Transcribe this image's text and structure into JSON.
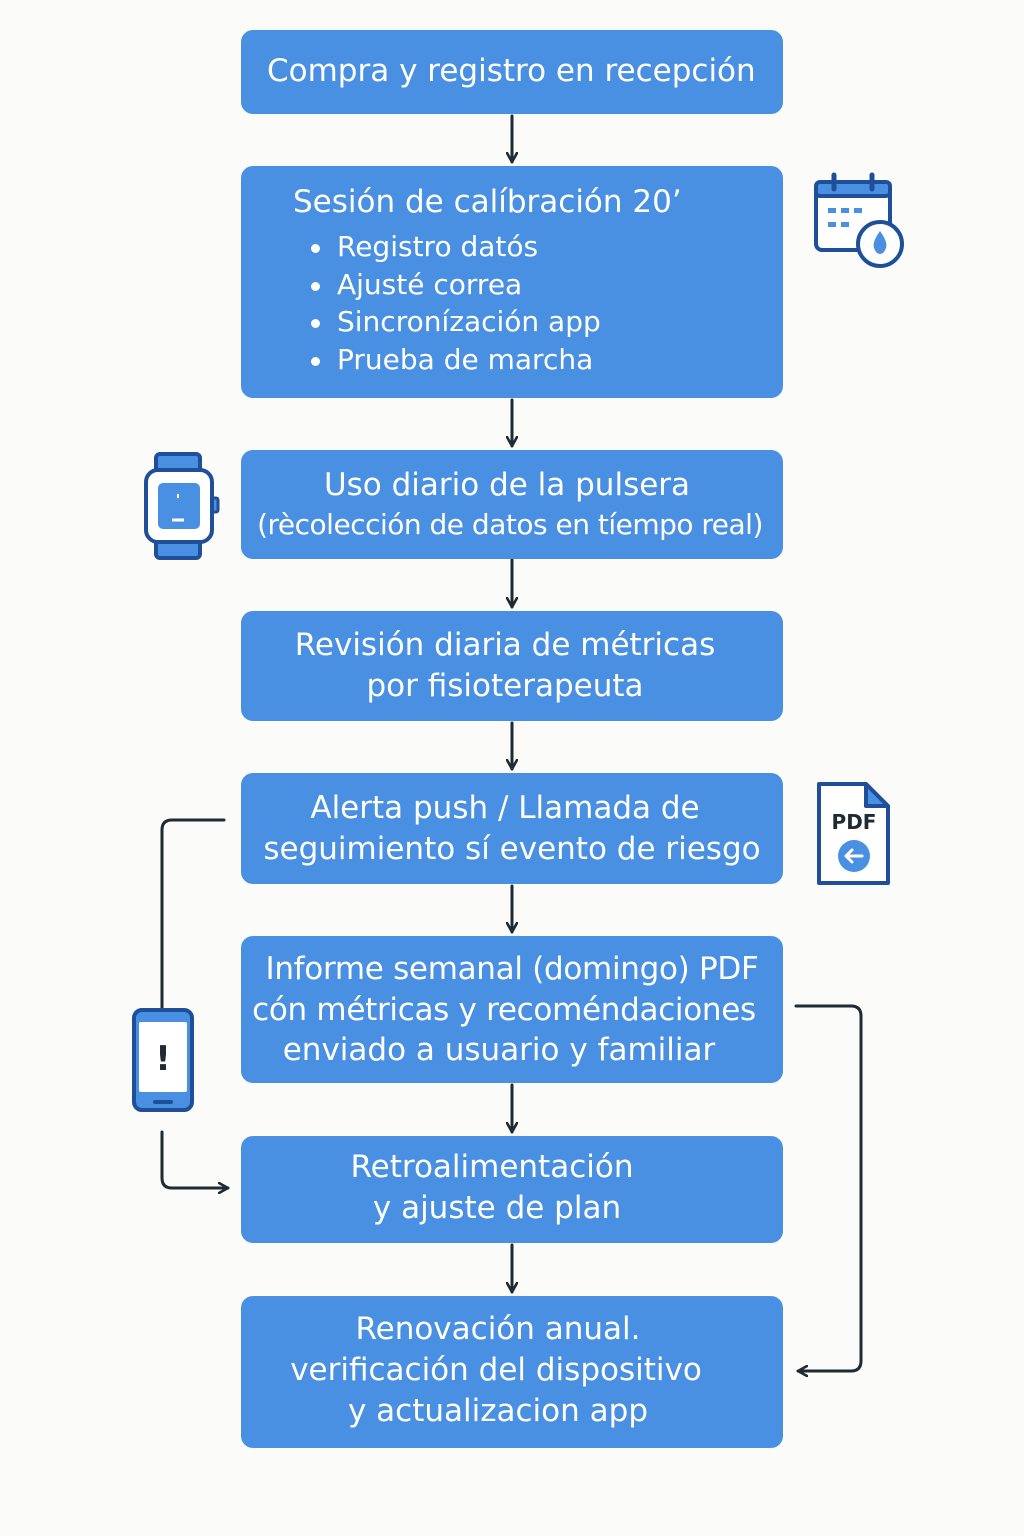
{
  "steps": {
    "purchase": {
      "lines": [
        "Compra y registro en recepción"
      ]
    },
    "calibration": {
      "title": "Sesión de calíbración 20’",
      "items": [
        "Registro datós",
        "Ajusté correa",
        "Sincronízación app",
        "Prueba de marcha"
      ]
    },
    "daily_use": {
      "lines": [
        "Uso diario de la pulsera",
        "(rècolección de datos en tíempo real)"
      ]
    },
    "daily_review": {
      "lines": [
        "Revisión diaria de métricas",
        "por fisioterapeuta"
      ]
    },
    "alert": {
      "lines": [
        "Alerta push / Llamada de",
        "seguimiento sí evento de riesgo"
      ]
    },
    "weekly_report": {
      "lines": [
        "Informe semanal (domingo) PDF",
        "cón métricas y recoméndaciones",
        "enviado a usuario y familiar"
      ]
    },
    "feedback": {
      "lines": [
        "Retroalimentación",
        "y ajuste de plan"
      ]
    },
    "renewal": {
      "lines": [
        "Renovación anual.",
        "verificación del dispositivo",
        "y actualizacion app"
      ]
    }
  },
  "icons": {
    "calendar": "calendar-drop-icon",
    "watch": "smartwatch-icon",
    "pdf": {
      "name": "pdf-document-icon",
      "label": "PDF"
    },
    "phone": {
      "name": "phone-alert-icon",
      "label": "!"
    }
  },
  "colors": {
    "box_fill": "#4a90e2",
    "box_text": "#ffffff",
    "arrow": "#1f2a33",
    "icon_outline": "#1f4f99",
    "icon_fill": "#4a90e2",
    "background": "#fbfbfa"
  }
}
